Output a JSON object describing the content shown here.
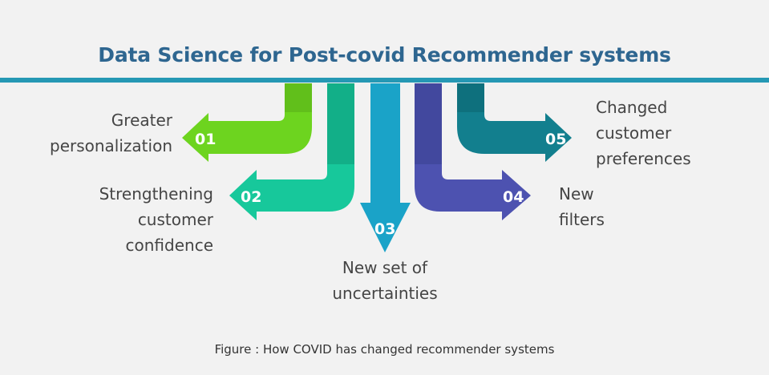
{
  "title": "Data Science for Post-covid Recommender systems",
  "items": [
    {
      "number": "01",
      "label_lines": [
        "Greater",
        "personalization"
      ],
      "color": "#6dd41f"
    },
    {
      "number": "02",
      "label_lines": [
        "Strengthening",
        "customer",
        "confidence"
      ],
      "color": "#17c89b"
    },
    {
      "number": "03",
      "label_lines": [
        "New set of",
        "uncertainties"
      ],
      "color": "#1aa3c8"
    },
    {
      "number": "04",
      "label_lines": [
        "New",
        "filters"
      ],
      "color": "#4d52b0"
    },
    {
      "number": "05",
      "label_lines": [
        "Changed",
        "customer",
        "preferences"
      ],
      "color": "#127f8e"
    }
  ],
  "caption": "Figure  : How COVID has changed recommender systems"
}
